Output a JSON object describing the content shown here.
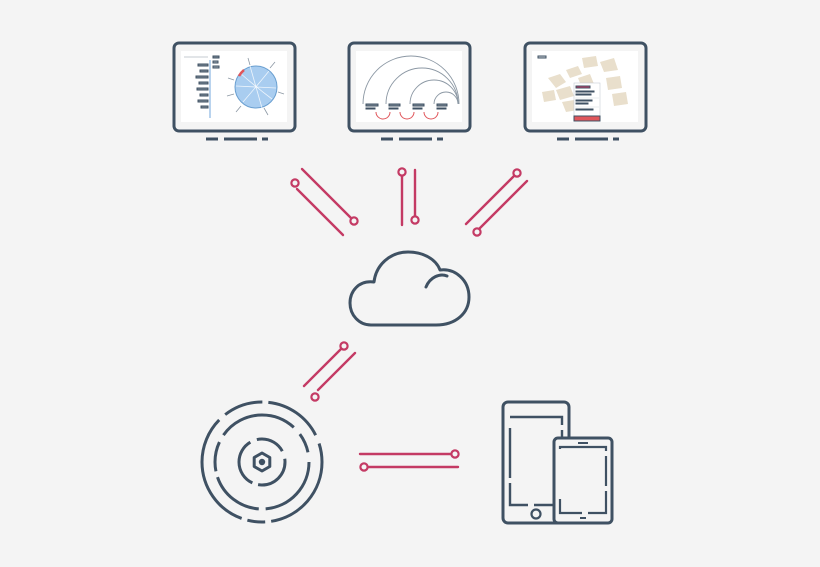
{
  "colors": {
    "background": "#f4f4f4",
    "outline": "#3f5163",
    "link": "#c43a64",
    "screen": "#ffffff",
    "sphere_fill": "#a9cdf0",
    "sphere_stroke": "#6a9fd0",
    "map_tile": "#e9dfcc",
    "accent_red": "#e0565b"
  },
  "nodes": [
    {
      "id": "monitor-chord",
      "kind": "monitor",
      "icon": "monitor-icon"
    },
    {
      "id": "monitor-arcs",
      "kind": "monitor",
      "icon": "monitor-icon"
    },
    {
      "id": "monitor-map",
      "kind": "monitor",
      "icon": "monitor-icon"
    },
    {
      "id": "cloud",
      "kind": "cloud",
      "icon": "cloud-icon"
    },
    {
      "id": "sensor",
      "kind": "sensor",
      "icon": "sensor-icon"
    },
    {
      "id": "mobile-devices",
      "kind": "devices",
      "icon": "phone-tablet-icon"
    }
  ],
  "links": [
    {
      "from": "monitor-chord",
      "to": "cloud"
    },
    {
      "from": "monitor-arcs",
      "to": "cloud"
    },
    {
      "from": "monitor-map",
      "to": "cloud"
    },
    {
      "from": "cloud",
      "to": "sensor"
    },
    {
      "from": "sensor",
      "to": "mobile-devices"
    }
  ]
}
